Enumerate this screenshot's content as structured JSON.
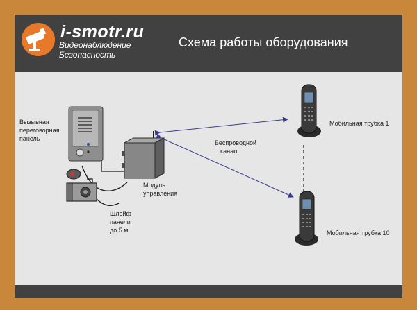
{
  "header": {
    "brand": "i-smotr.ru",
    "tagline_line1": "Видеонаблюдение",
    "tagline_line2": "Безопасность",
    "title": "Схема работы оборудования"
  },
  "labels": {
    "call_panel": [
      "Вызывная",
      "переговорная",
      "панель"
    ],
    "control_module": [
      "Модуль",
      "управления"
    ],
    "cable": [
      "Шлейф",
      "панели",
      "до 5 м"
    ],
    "wireless": [
      "Беспроводной",
      "канал"
    ],
    "handset_1": "Мобильная трубка 1",
    "handset_10": "Мобильная трубка 10"
  },
  "icons": {
    "logo": "security-camera-icon"
  },
  "colors": {
    "outer_border": "#c8873a",
    "header_bg": "#414141",
    "canvas_bg": "#e6e6e6",
    "logo_accent": "#e8792a",
    "wireless_link": "#3c3c8c"
  }
}
